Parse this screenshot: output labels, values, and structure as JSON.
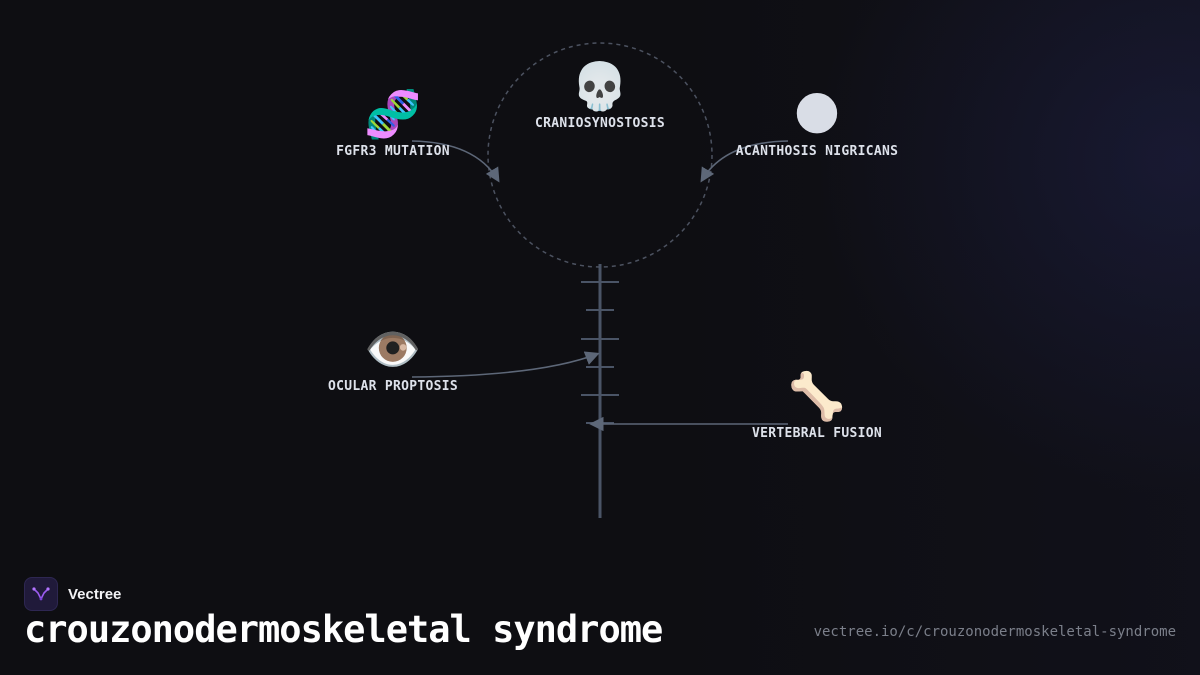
{
  "diagram": {
    "center": {
      "icon": "skull-emoji",
      "emoji": "💀",
      "label": "CRANIOSYNOSTOSIS"
    },
    "nodes": [
      {
        "id": "fgfr3",
        "icon": "dna-emoji",
        "emoji": "🧬",
        "label": "FGFR3 MUTATION"
      },
      {
        "id": "acanthosis",
        "icon": "dark-moon-emoji",
        "emoji": "🌑",
        "label": "ACANTHOSIS NIGRICANS"
      },
      {
        "id": "ocular",
        "icon": "eye-emoji",
        "emoji": "👁️",
        "label": "OCULAR PROPTOSIS"
      },
      {
        "id": "vertebral",
        "icon": "bone-emoji",
        "emoji": "🦴",
        "label": "VERTEBRAL FUSION"
      }
    ],
    "colors": {
      "connector": "#5d6778",
      "circle": "#4c5260",
      "spine": "#4a5466"
    }
  },
  "footer": {
    "brand": "Vectree",
    "logo_icon": "vectree-logo-icon",
    "title": "crouzonodermoskeletal syndrome",
    "url": "vectree.io/c/crouzonodermoskeletal-syndrome"
  }
}
